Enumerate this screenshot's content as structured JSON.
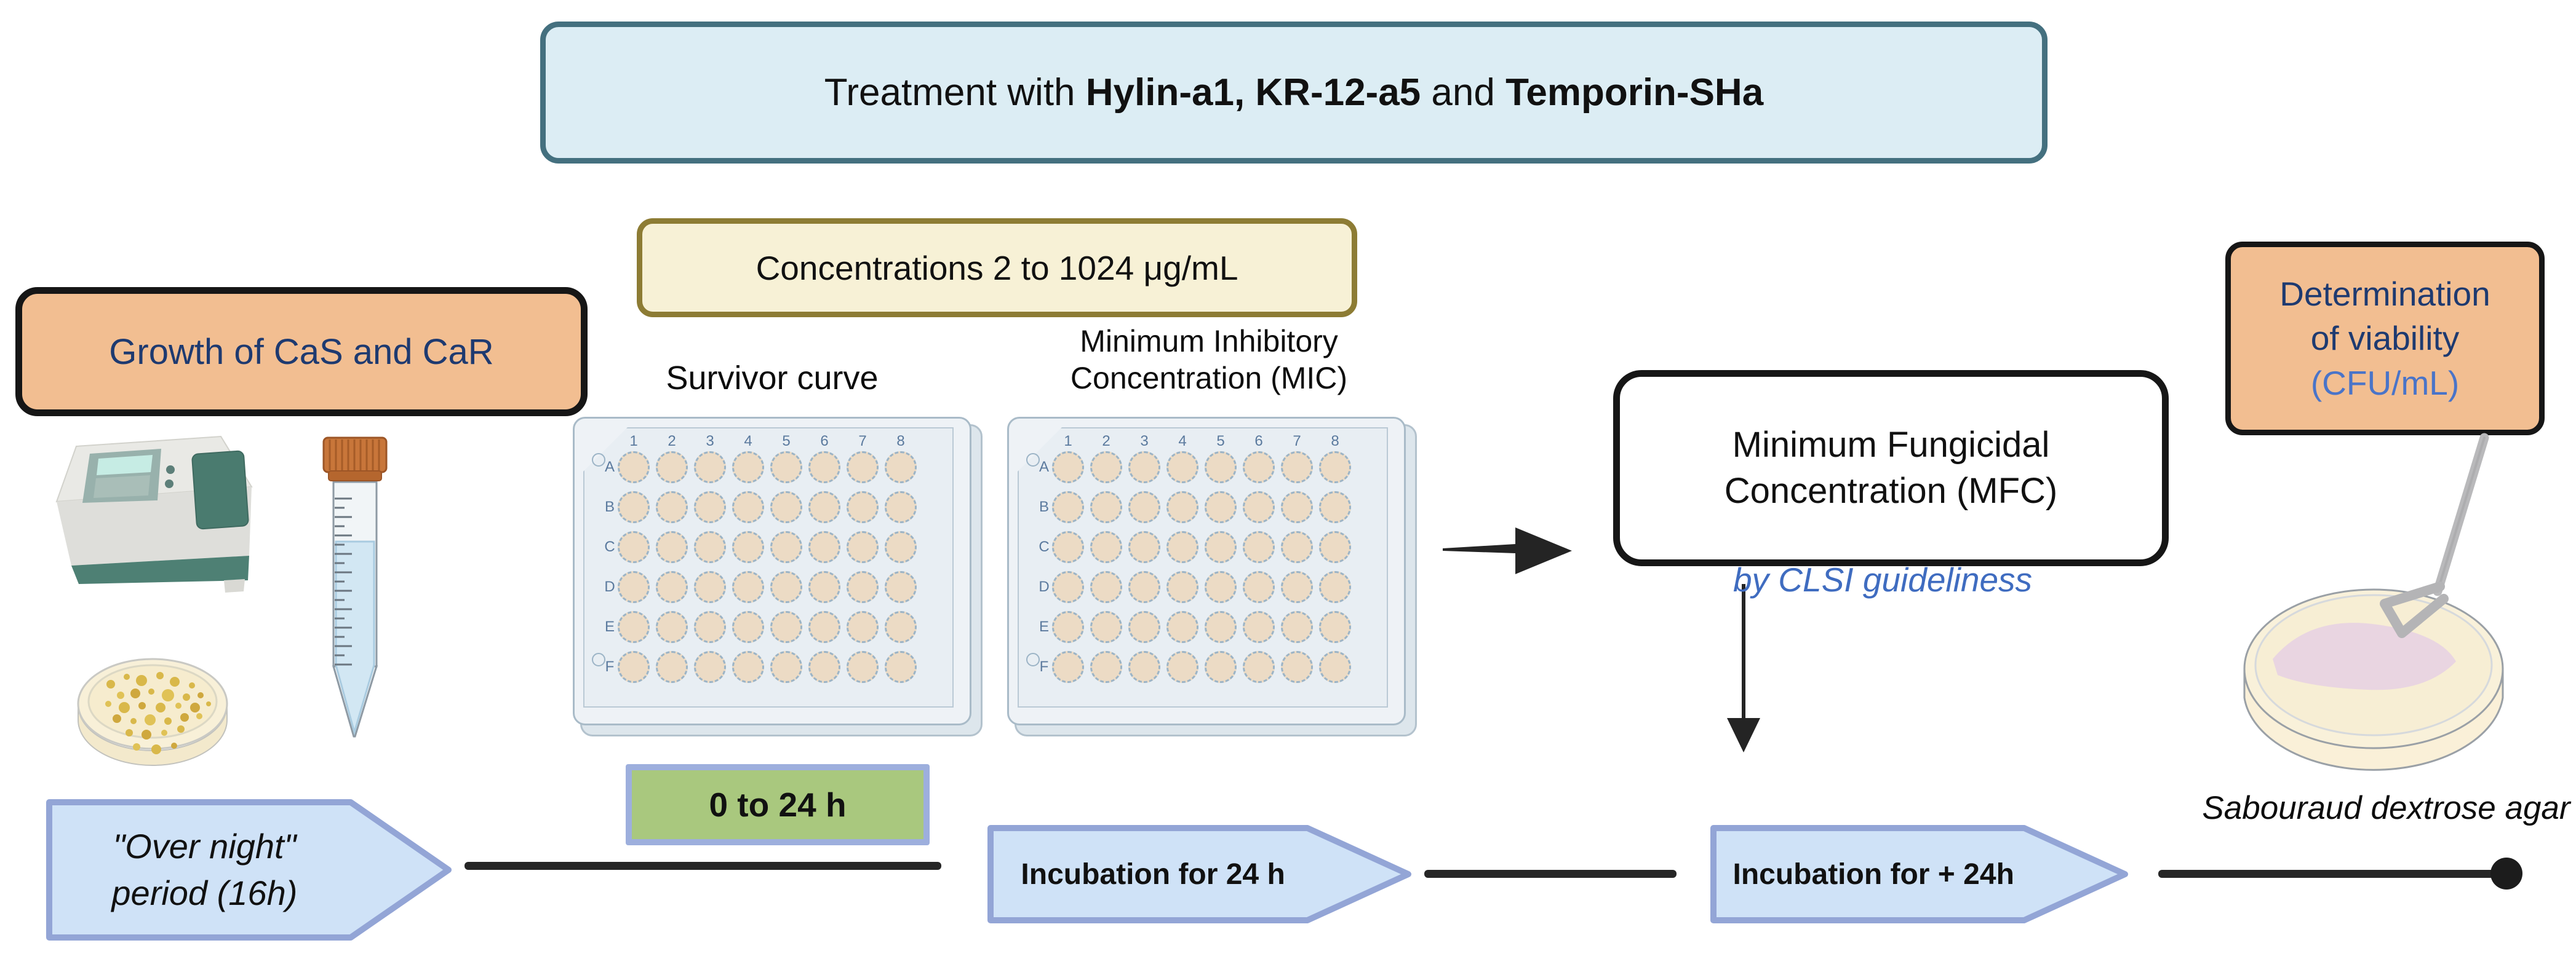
{
  "title": {
    "prefix": "Treatment with ",
    "bold1": "Hylin-a1, KR-12-a5",
    "mid": " and ",
    "bold2": "Temporin-SHa"
  },
  "boxes": {
    "concentration": "Concentrations 2 to 1024 μg/mL",
    "growth": "Growth of CaS and CaR"
  },
  "plates": {
    "columns": [
      "1",
      "2",
      "3",
      "4",
      "5",
      "6",
      "7",
      "8"
    ],
    "rows": [
      "A",
      "B",
      "C",
      "D",
      "E",
      "F"
    ],
    "survivor_label": "Survivor curve",
    "mic_label_line1": "Minimum Inhibitory",
    "mic_label_line2": "Concentration (MIC)"
  },
  "mfc": {
    "line1": "Minimum Fungicidal",
    "line2": "Concentration (MFC)",
    "note": "by CLSI guideliness"
  },
  "viability": {
    "line1": "Determination",
    "line2": "of viability",
    "line3": "(CFU/mL)"
  },
  "labels": {
    "agar": "Sabouraud dextrose agar"
  },
  "green_box": {
    "label": "0 to 24 h"
  },
  "timeline": {
    "step1_line1": "\"Over night\"",
    "step1_line2": "period (16h)",
    "step2_label": "Incubation for 24 h",
    "step3_label": "Incubation for + 24h"
  },
  "icons": {
    "left_group": [
      "spectrophotometer-icon",
      "petri-dish-colonies-icon",
      "falcon-tube-icon"
    ],
    "flow": [
      "right-arrow-icon",
      "down-arrow-icon",
      "timeline-end-dot"
    ],
    "right_group": [
      "petri-dish-spreader-icon"
    ]
  },
  "colors": {
    "title_fill": "#dcedf4",
    "title_border": "#44707f",
    "concentration_fill": "#f7f1d6",
    "concentration_border": "#8d7c34",
    "peach_fill": "#f2be91",
    "navy_text": "#1e3a70",
    "blue_text": "#4a74c8",
    "clsi_blue": "#3f6cc0",
    "plate_fill": "#eef2f6",
    "well_fill": "#ecdbc5",
    "timeline_arrow_fill": "#cfe2f7",
    "timeline_arrow_border": "#93a5d6",
    "green_fill": "#a9c87e",
    "green_border": "#9dafdd",
    "black": "#1c1c1c"
  }
}
